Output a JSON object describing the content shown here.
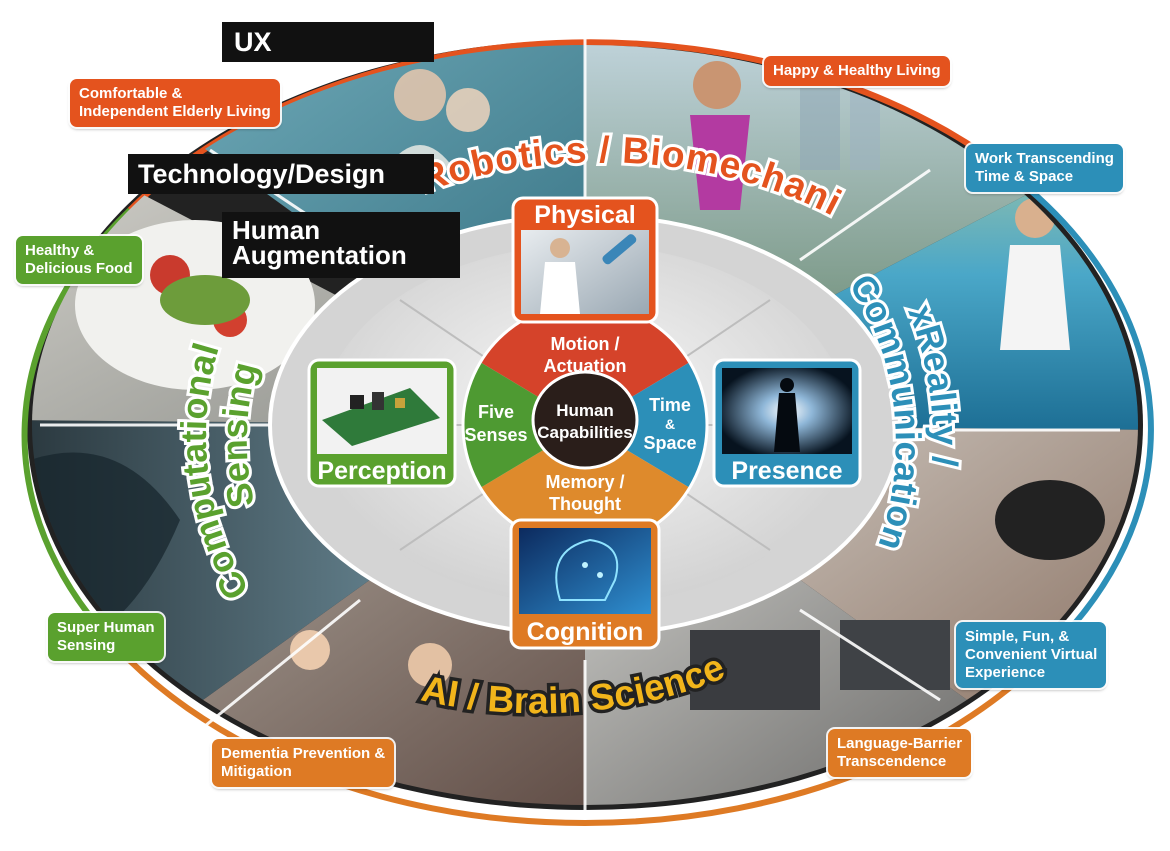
{
  "layers": {
    "ux": "UX",
    "technology_design": "Technology/Design",
    "human_augmentation_line1": "Human",
    "human_augmentation_line2": "Augmentation"
  },
  "outcomes": {
    "elderly_line1": "Comfortable &",
    "elderly_line2": "Independent Elderly Living",
    "happy_healthy": "Happy & Healthy Living",
    "work_line1": "Work Transcending",
    "work_line2": "Time & Space",
    "food_line1": "Healthy &",
    "food_line2": "Delicious Food",
    "sensing_line1": "Super Human",
    "sensing_line2": "Sensing",
    "virtual_line1": "Simple, Fun, &",
    "virtual_line2": "Convenient Virtual",
    "virtual_line3": "Experience",
    "dementia_line1": "Dementia Prevention &",
    "dementia_line2": "Mitigation",
    "language_line1": "Language-Barrier",
    "language_line2": "Transcendence"
  },
  "disciplines": {
    "robotics": "Robotics / Biomechanics",
    "xreality_line1": "xReality /",
    "xreality_line2": "Communication",
    "ai": "AI / Brain Science",
    "computational_line1": "Computational",
    "computational_line2": "Sensing"
  },
  "capabilities": {
    "physical": "Physical",
    "perception": "Perception",
    "presence": "Presence",
    "cognition": "Cognition"
  },
  "core": {
    "center_line1": "Human",
    "center_line2": "Capabilities",
    "motion_line1": "Motion /",
    "motion_line2": "Actuation",
    "time_line1": "Time",
    "time_line2": "&",
    "time_line3": "Space",
    "memory_line1": "Memory /",
    "memory_line2": "Thought",
    "senses_line1": "Five",
    "senses_line2": "Senses"
  },
  "colors": {
    "orange": "#e4531e",
    "blue": "#2c8fb8",
    "green": "#5aa12e",
    "amber": "#de7a24",
    "yellow": "#f2b51b",
    "black": "#111111"
  }
}
